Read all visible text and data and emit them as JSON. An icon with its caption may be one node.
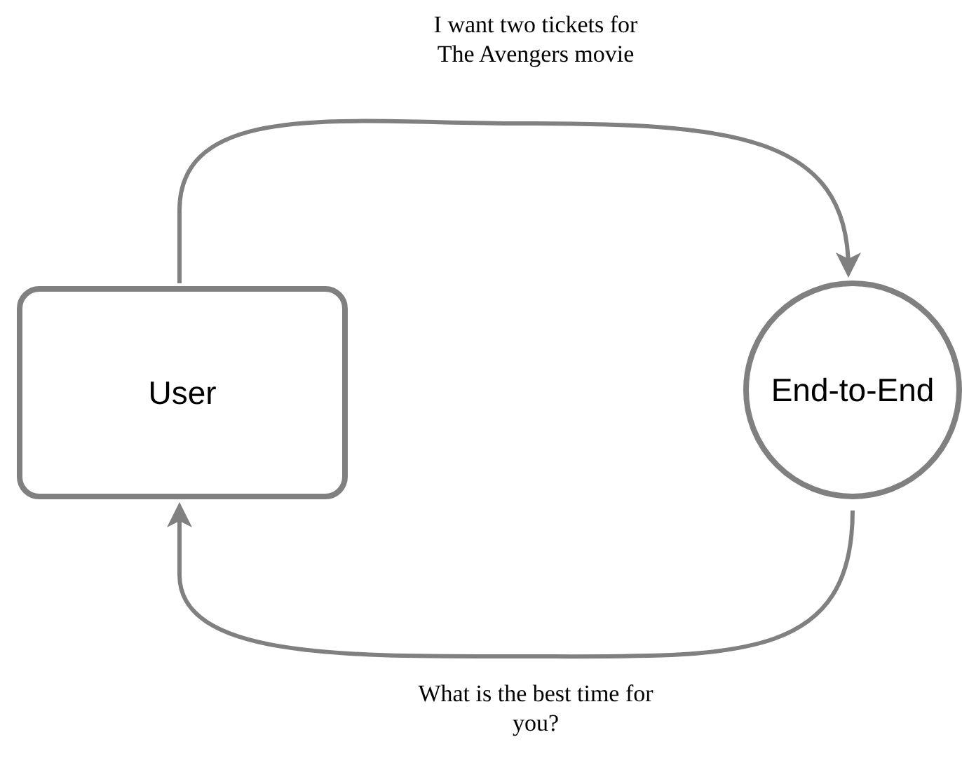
{
  "diagram": {
    "nodes": [
      {
        "text": [
          "User"
        ]
      },
      {
        "text": [
          "End-to-End"
        ]
      }
    ],
    "edges": [
      {
        "from": 0,
        "to": 1,
        "arrow": "to",
        "label": "I want two tickets for The Avengers movie"
      },
      {
        "from": 1,
        "to": 0,
        "arrow": "to",
        "label": "What is the best time for you?"
      }
    ]
  }
}
